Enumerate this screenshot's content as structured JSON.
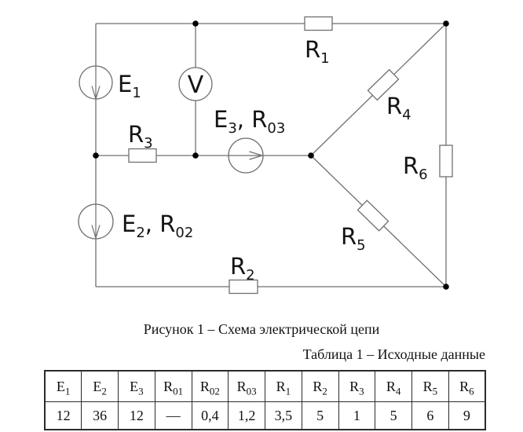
{
  "colors": {
    "wire": "#6f6f6f",
    "node": "#000000",
    "text": "#141414"
  },
  "circuit": {
    "voltmeter_label": "V",
    "labels": {
      "e1": {
        "p1": "E",
        "s1": "1"
      },
      "e2r02": {
        "p1": "E",
        "s1": "2",
        "p2": ", R",
        "s2": "02"
      },
      "e3r03": {
        "p1": "E",
        "s1": "3",
        "p2": ", R",
        "s2": "03"
      },
      "r1": {
        "p1": "R",
        "s1": "1"
      },
      "r2": {
        "p1": "R",
        "s1": "2"
      },
      "r3": {
        "p1": "R",
        "s1": "3"
      },
      "r4": {
        "p1": "R",
        "s1": "4"
      },
      "r5": {
        "p1": "R",
        "s1": "5"
      },
      "r6": {
        "p1": "R",
        "s1": "6"
      }
    }
  },
  "figure_caption": "Рисунок 1 – Схема электрической цепи",
  "table": {
    "title": "Таблица 1 – Исходные данные",
    "headers": [
      {
        "p": "E",
        "s": "1"
      },
      {
        "p": "E",
        "s": "2"
      },
      {
        "p": "E",
        "s": "3"
      },
      {
        "p": "R",
        "s": "01"
      },
      {
        "p": "R",
        "s": "02"
      },
      {
        "p": "R",
        "s": "03"
      },
      {
        "p": "R",
        "s": "1"
      },
      {
        "p": "R",
        "s": "2"
      },
      {
        "p": "R",
        "s": "3"
      },
      {
        "p": "R",
        "s": "4"
      },
      {
        "p": "R",
        "s": "5"
      },
      {
        "p": "R",
        "s": "6"
      }
    ],
    "values": [
      "12",
      "36",
      "12",
      "—",
      "0,4",
      "1,2",
      "3,5",
      "5",
      "1",
      "5",
      "6",
      "9"
    ]
  }
}
